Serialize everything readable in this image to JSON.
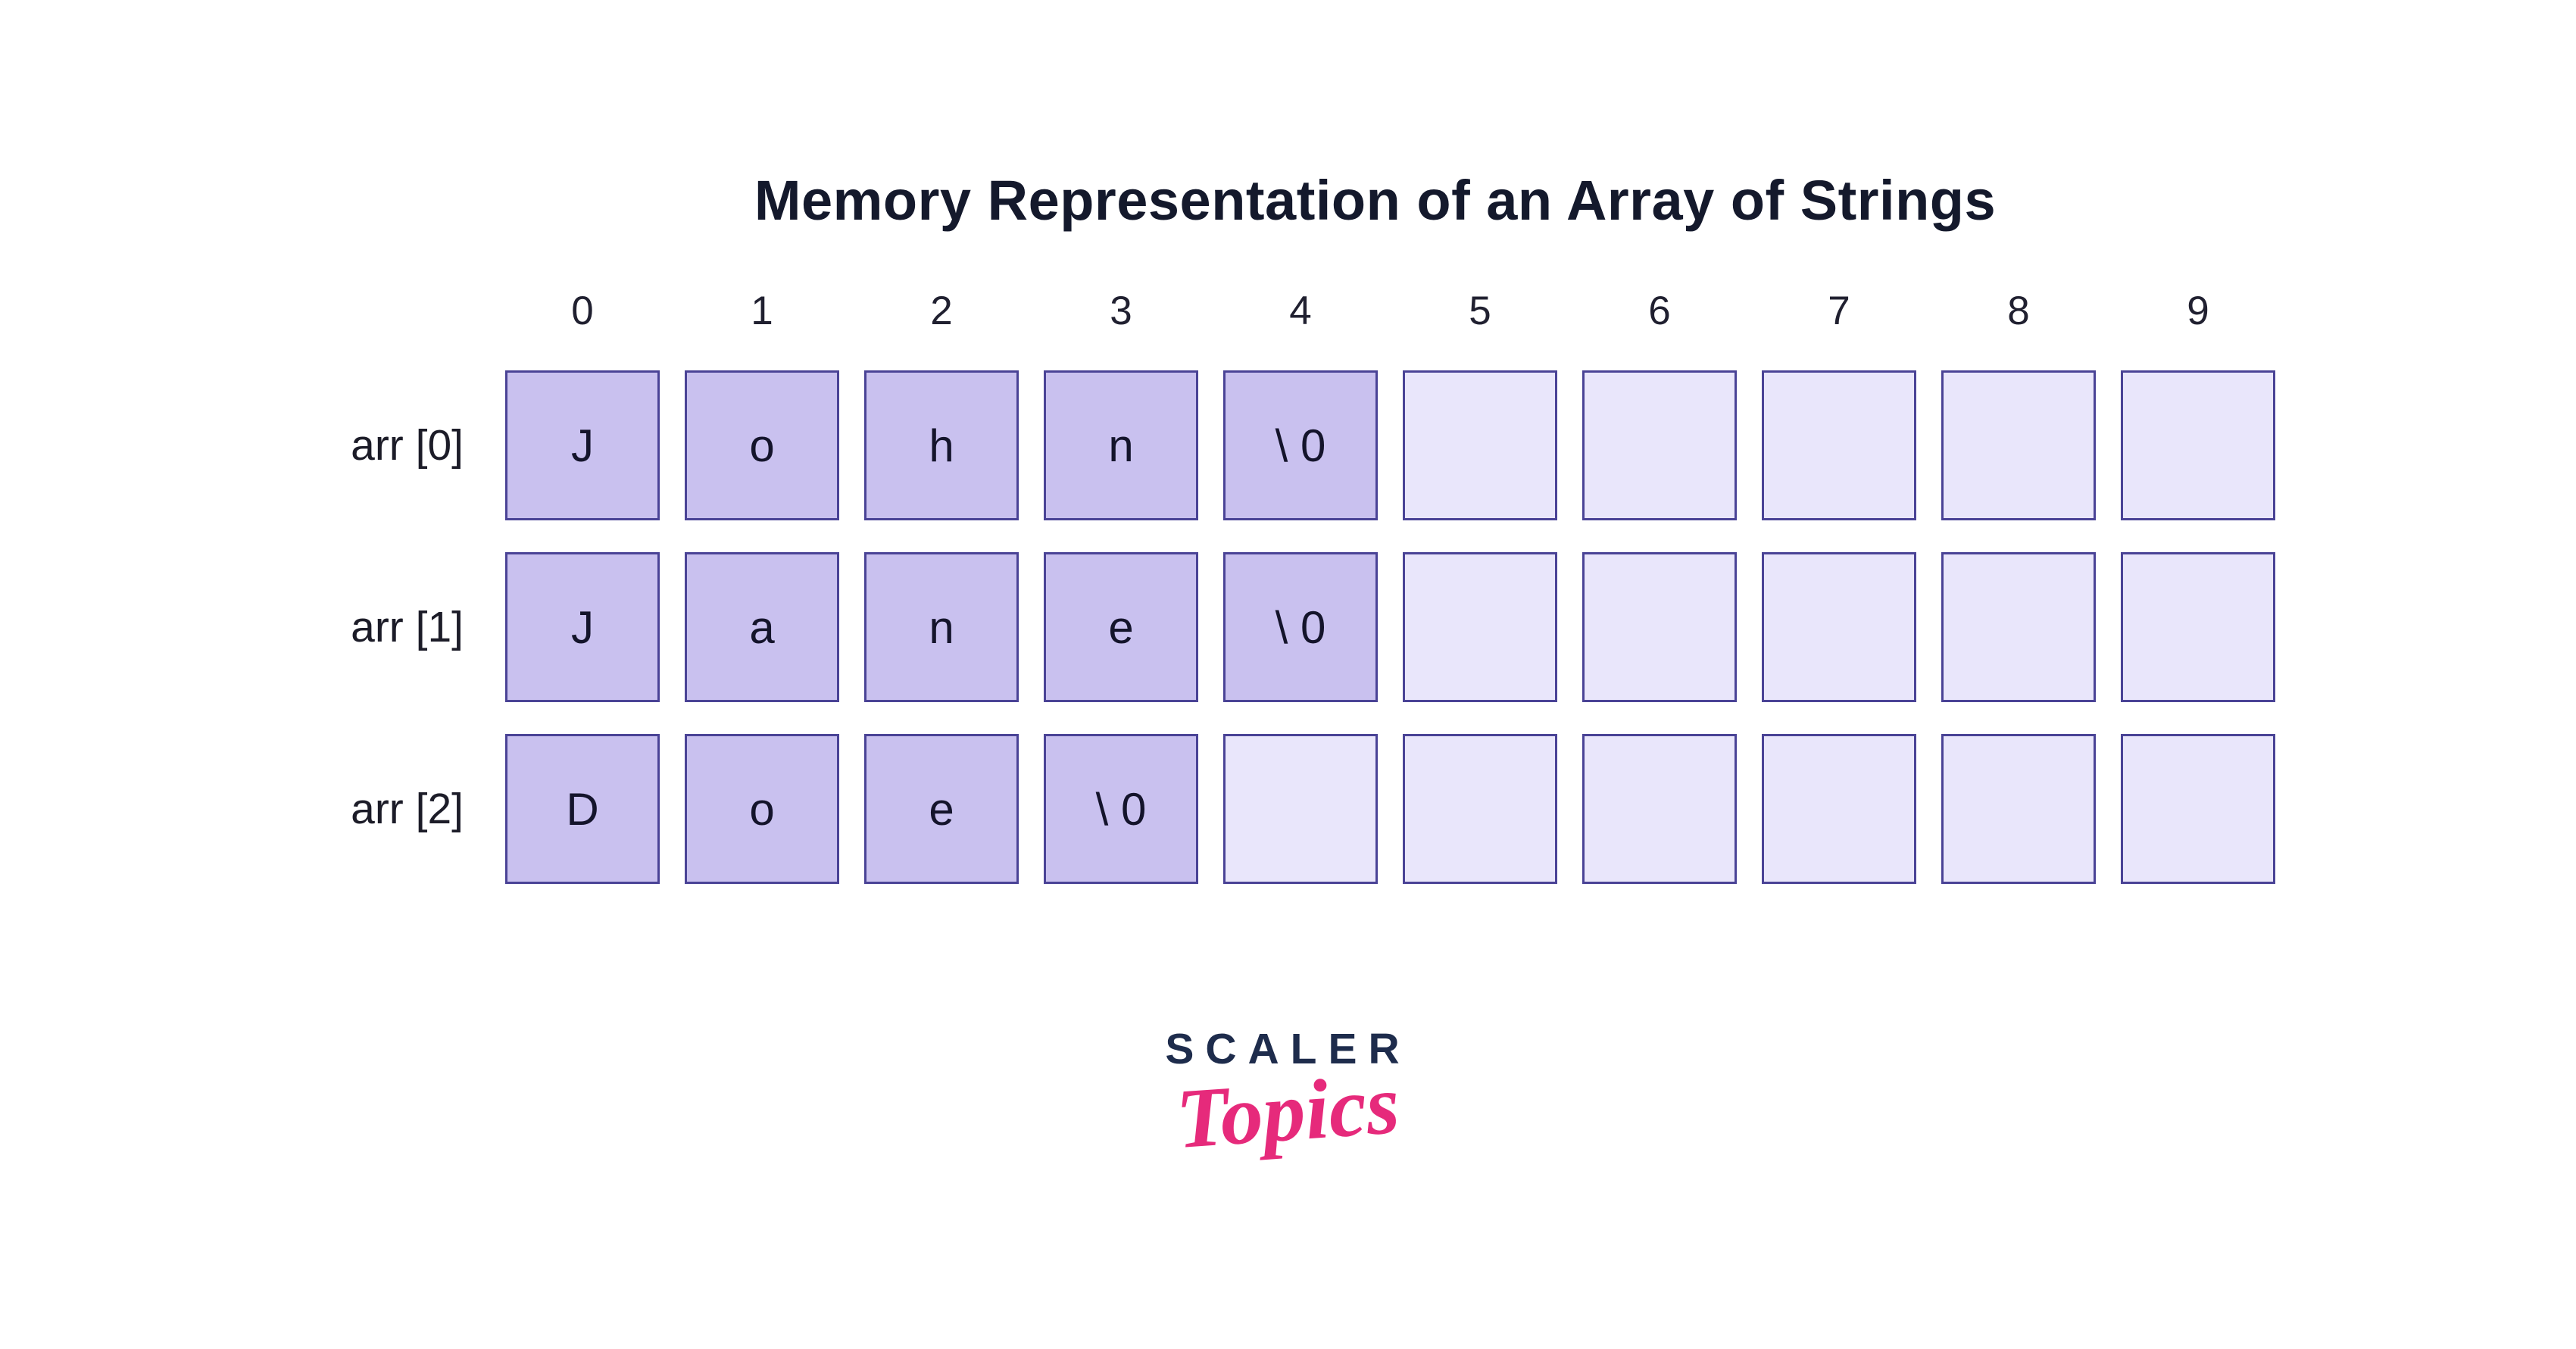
{
  "title": "Memory Representation of an Array of Strings",
  "grid": {
    "column_indices": [
      "0",
      "1",
      "2",
      "3",
      "4",
      "5",
      "6",
      "7",
      "8",
      "9"
    ],
    "rows": [
      {
        "label": "arr [0]",
        "cells": [
          "J",
          "o",
          "h",
          "n",
          "\\ 0",
          "",
          "",
          "",
          "",
          ""
        ]
      },
      {
        "label": "arr [1]",
        "cells": [
          "J",
          "a",
          "n",
          "e",
          "\\ 0",
          "",
          "",
          "",
          "",
          ""
        ]
      },
      {
        "label": "arr [2]",
        "cells": [
          "D",
          "o",
          "e",
          "\\ 0",
          "",
          "",
          "",
          "",
          "",
          ""
        ]
      }
    ]
  },
  "logo": {
    "primary": "SCALER",
    "secondary": "Topics"
  },
  "colors": {
    "cell_filled": "#c9c1ef",
    "cell_empty": "#e9e6fb",
    "cell_border": "#4a4396",
    "title_text": "#14192c",
    "logo_primary": "#1e2c4c",
    "logo_secondary": "#e62a7b"
  }
}
